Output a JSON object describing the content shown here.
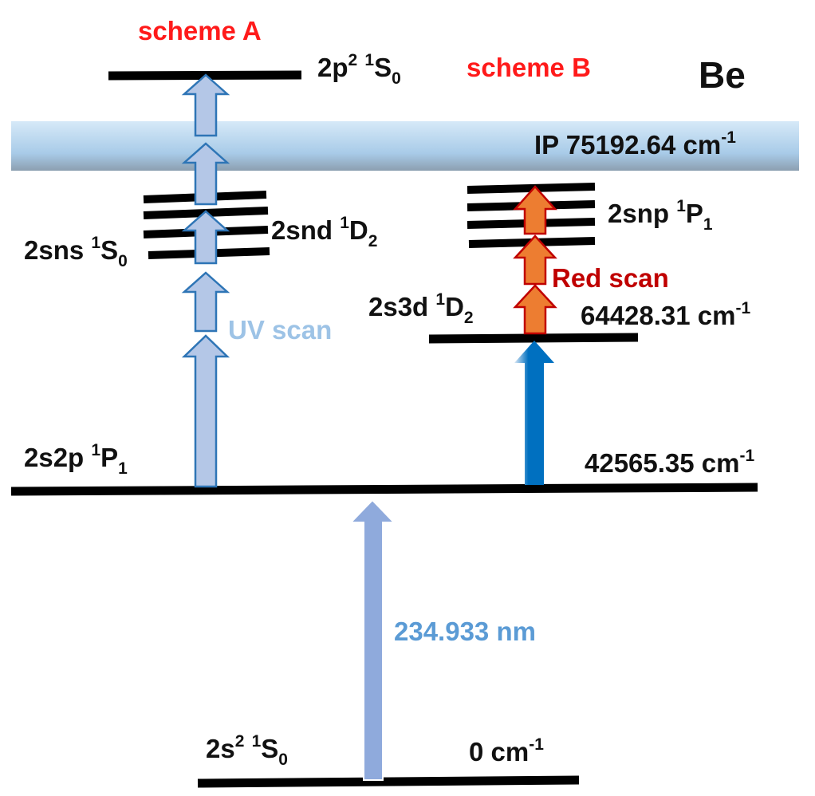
{
  "element": "Be",
  "schemes": {
    "a": "scheme A",
    "b": "scheme B"
  },
  "ionization": {
    "prefix": "IP 75192.64 cm",
    "sup": "-1"
  },
  "levels": {
    "ground": {
      "base": "2s",
      "sup1": "2",
      "mid": " ",
      "sup2": "1",
      "main": "S",
      "sub": "0"
    },
    "ground_energy": {
      "base": "0 cm",
      "sup": "-1"
    },
    "p1": {
      "base": "2s2p ",
      "sup": "1",
      "main": "P",
      "sub": "1"
    },
    "p1_energy": {
      "base": "42565.35 cm",
      "sup": "-1"
    },
    "d2": {
      "base": "2s3d ",
      "sup": "1",
      "main": "D",
      "sub": "2"
    },
    "d2_energy": {
      "base": "64428.31 cm",
      "sup": "-1"
    },
    "p2sq": {
      "base": "2p",
      "sup1": "2",
      "mid": " ",
      "sup2": "1",
      "main": "S",
      "sub": "0"
    },
    "sns": {
      "base": "2sns ",
      "sup": "1",
      "main": "S",
      "sub": "0"
    },
    "snd": {
      "base": "2snd ",
      "sup": "1",
      "main": "D",
      "sub": "2"
    },
    "snp": {
      "base": "2snp ",
      "sup": "1",
      "main": "P",
      "sub": "1"
    }
  },
  "scans": {
    "uv": "UV scan",
    "red": "Red scan"
  },
  "wavelength": "234.933 nm",
  "colors": {
    "level_line": "#000000",
    "scheme_label": "#ff1a1a",
    "uv_arrow_fill": "#b4c7e7",
    "uv_arrow_stroke": "#2e75b6",
    "red_arrow_fill": "#ed7d31",
    "red_arrow_stroke": "#c00000",
    "blue_arrow": "#0070c0",
    "pump_arrow": "#8faadc",
    "ip_band_top": "#c7e0f4",
    "ip_band_bottom": "#8fb9dd"
  }
}
